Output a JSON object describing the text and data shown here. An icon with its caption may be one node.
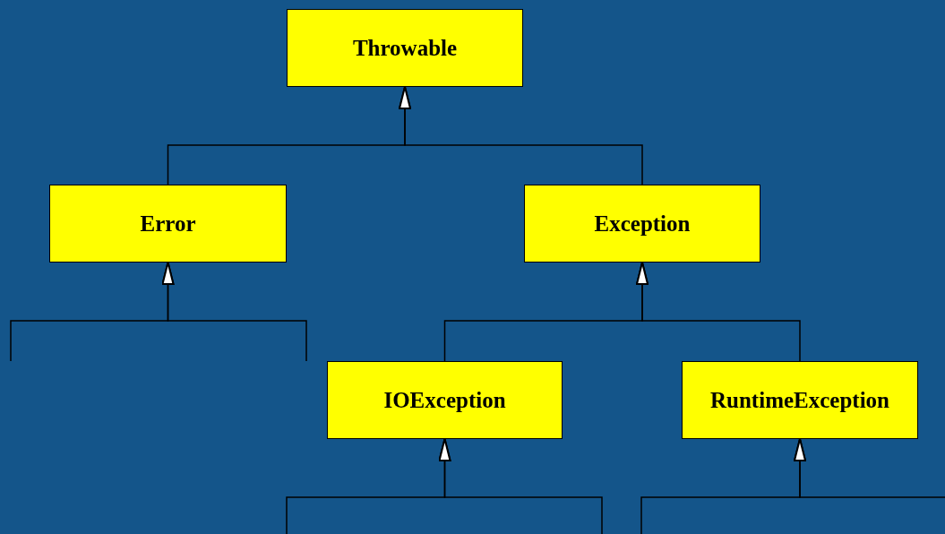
{
  "diagram": {
    "nodes": [
      {
        "text": [
          "Throwable"
        ]
      },
      {
        "text": [
          "Error"
        ]
      },
      {
        "text": [
          "Exception"
        ]
      },
      {
        "text": [
          "IOException"
        ]
      },
      {
        "text": [
          "RuntimeException"
        ]
      }
    ],
    "edges": [
      {
        "from": 1,
        "to": 0,
        "arrow": "to"
      },
      {
        "from": 2,
        "to": 0,
        "arrow": "to"
      },
      {
        "from": null,
        "to": 1,
        "arrow": "to"
      },
      {
        "from": null,
        "to": 1,
        "arrow": "to"
      },
      {
        "from": 3,
        "to": 2,
        "arrow": "to"
      },
      {
        "from": 4,
        "to": 2,
        "arrow": "to"
      },
      {
        "from": null,
        "to": 3,
        "arrow": "to"
      },
      {
        "from": null,
        "to": 3,
        "arrow": "to"
      },
      {
        "from": null,
        "to": 4,
        "arrow": "to"
      },
      {
        "from": null,
        "to": 4,
        "arrow": "to"
      }
    ]
  }
}
